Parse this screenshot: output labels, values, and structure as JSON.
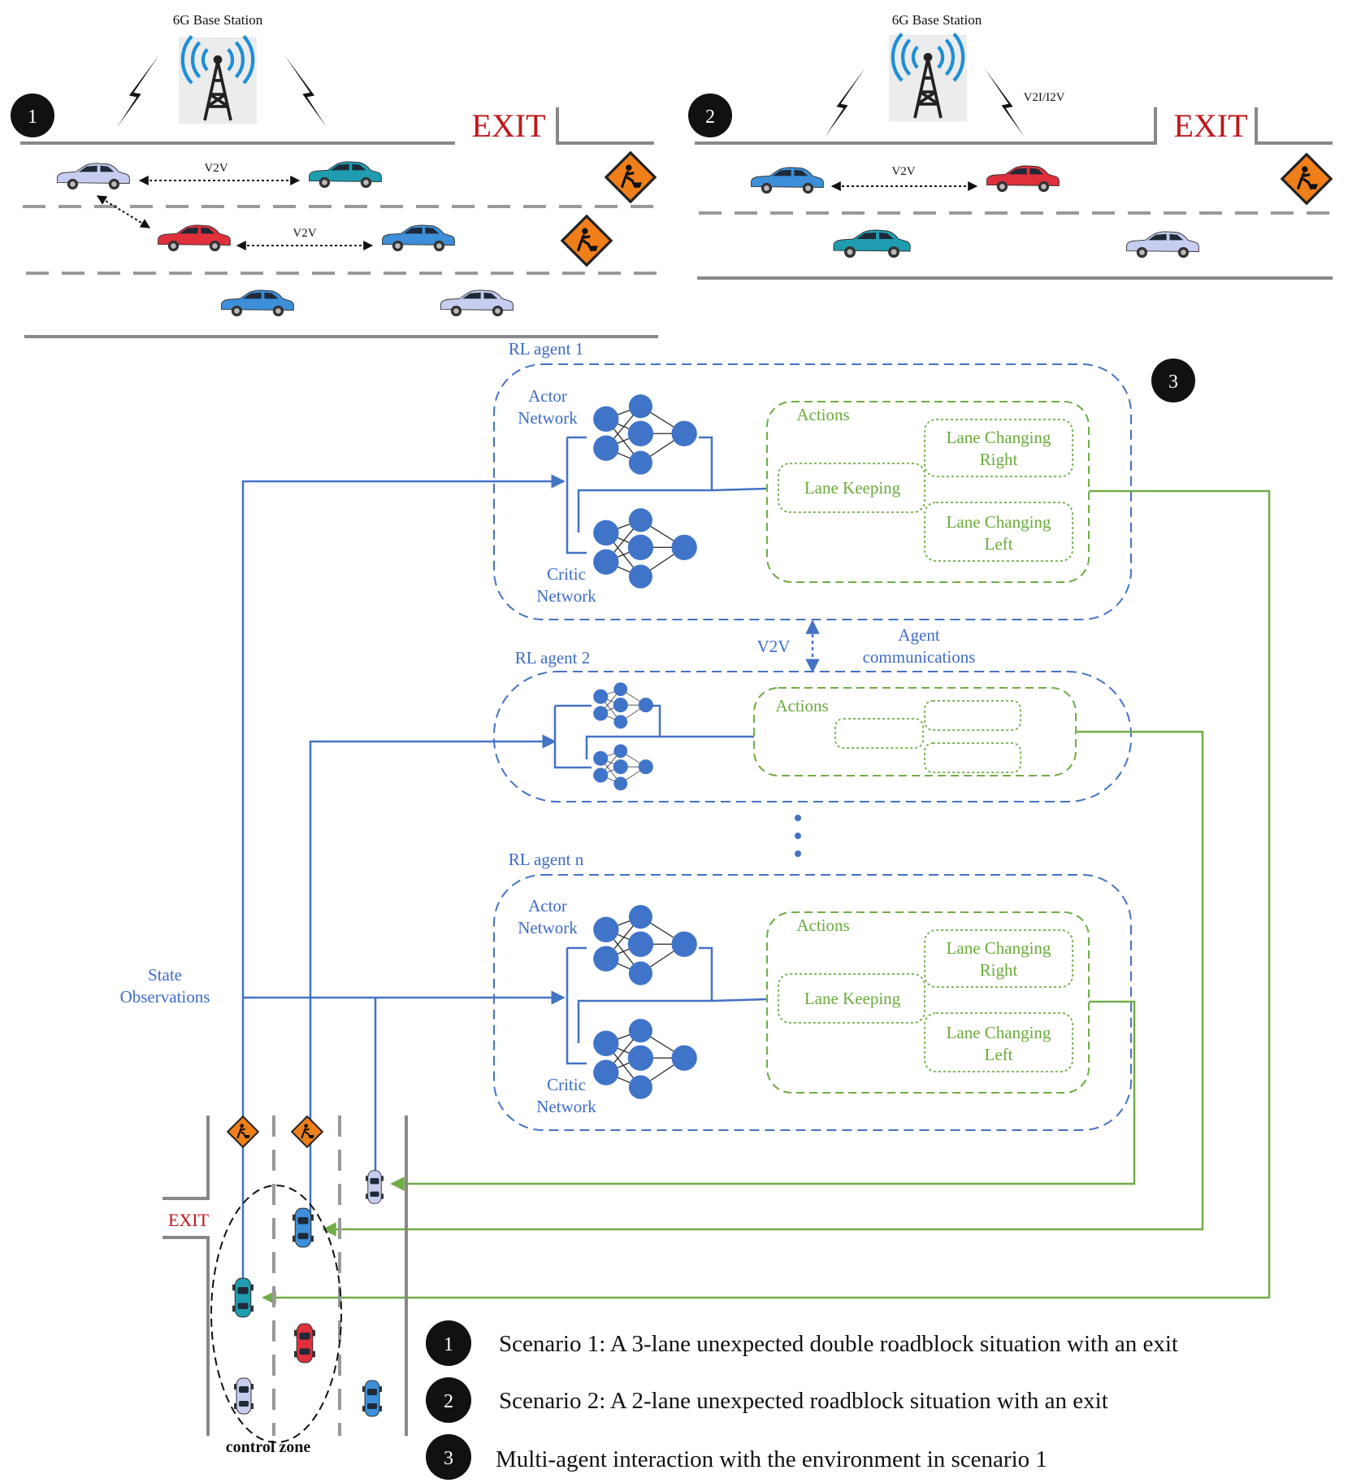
{
  "scenario1": {
    "badge": "1",
    "base_station_label": "6G Base Station",
    "exit_label": "EXIT",
    "v2v_label_top": "V2V",
    "v2v_label_mid": "V2V"
  },
  "scenario2": {
    "badge": "2",
    "base_station_label": "6G Base Station",
    "v2i_label": "V2I/I2V",
    "exit_label": "EXIT",
    "v2v_label": "V2V"
  },
  "scenario3": {
    "badge": "3"
  },
  "agent1": {
    "title": "RL agent 1",
    "actor_label": [
      "Actor",
      "Network"
    ],
    "critic_label": [
      "Critic",
      "Network"
    ],
    "actions_title": "Actions",
    "lane_keeping": "Lane Keeping",
    "lane_right": [
      "Lane Changing",
      "Right"
    ],
    "lane_left": [
      "Lane Changing",
      "Left"
    ]
  },
  "agent2": {
    "title": "RL agent 2",
    "actions_title": "Actions"
  },
  "agentn": {
    "title": "RL agent n",
    "actor_label": [
      "Actor",
      "Network"
    ],
    "critic_label": [
      "Critic",
      "Network"
    ],
    "actions_title": "Actions",
    "lane_keeping": "Lane Keeping",
    "lane_right": [
      "Lane Changing",
      "Right"
    ],
    "lane_left": [
      "Lane Changing",
      "Left"
    ]
  },
  "communication": {
    "v2v_label": "V2V",
    "agent_comm_label": [
      "Agent",
      "communications"
    ]
  },
  "state_label": [
    "State",
    "Observations"
  ],
  "road": {
    "exit_label": "EXIT",
    "control_zone_label": "control zone"
  },
  "legend": [
    {
      "badge": "1",
      "text": "Scenario 1: A 3-lane unexpected double roadblock situation with an exit"
    },
    {
      "badge": "2",
      "text": "Scenario 2: A 2-lane unexpected roadblock situation with an exit"
    },
    {
      "badge": "3",
      "text": "Multi-agent interaction with the environment in scenario 1"
    }
  ],
  "colors": {
    "blue": "#4472c4",
    "green": "#70ad47",
    "exit_red": "#c0161c",
    "sign_orange": "#f07f1a",
    "node_blue": "#3f74c9"
  }
}
